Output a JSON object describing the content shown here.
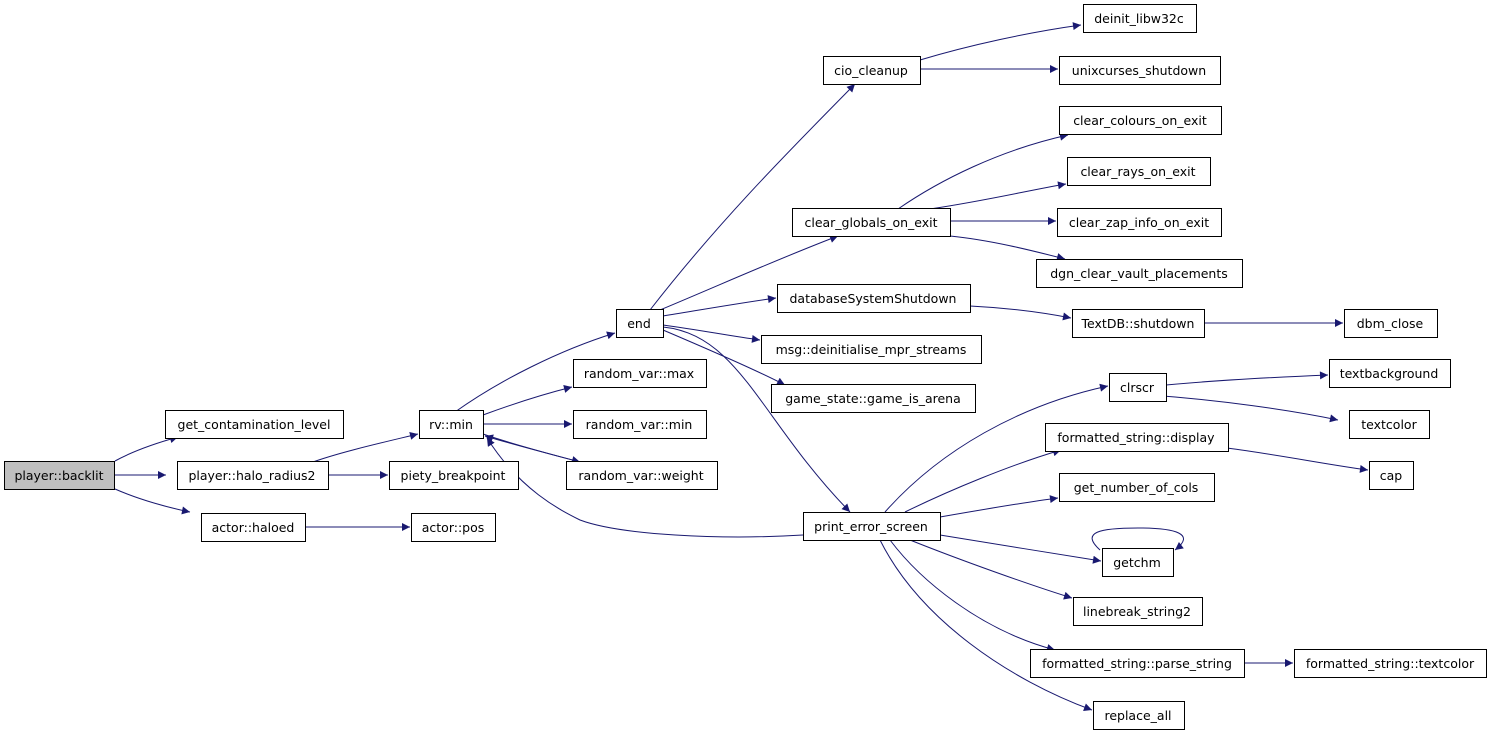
{
  "graph": {
    "colors": {
      "edge": "#191970",
      "node_border": "#000000",
      "root_fill": "#bfbfbf",
      "node_fill": "#ffffff"
    },
    "nodes": {
      "backlit": "player::backlit",
      "get_contamination_level": "get_contamination_level",
      "halo_radius2": "player::halo_radius2",
      "haloed": "actor::haloed",
      "rv_min": "rv::min",
      "piety_breakpoint": "piety_breakpoint",
      "actor_pos": "actor::pos",
      "random_var_max": "random_var::max",
      "random_var_min": "random_var::min",
      "random_var_weight": "random_var::weight",
      "end": "end",
      "cio_cleanup": "cio_cleanup",
      "deinit_libw32c": "deinit_libw32c",
      "unixcurses_shutdown": "unixcurses_shutdown",
      "clear_colours_on_exit": "clear_colours_on_exit",
      "clear_globals_on_exit": "clear_globals_on_exit",
      "clear_rays_on_exit": "clear_rays_on_exit",
      "clear_zap_info_on_exit": "clear_zap_info_on_exit",
      "dgn_clear_vault_placements": "dgn_clear_vault_placements",
      "databaseSystemShutdown": "databaseSystemShutdown",
      "textdb_shutdown": "TextDB::shutdown",
      "dbm_close": "dbm_close",
      "msg_deinitialise": "msg::deinitialise_mpr_streams",
      "game_is_arena": "game_state::game_is_arena",
      "clrscr": "clrscr",
      "textbackground": "textbackground",
      "textcolor": "textcolor",
      "fs_display": "formatted_string::display",
      "cap": "cap",
      "get_number_of_cols": "get_number_of_cols",
      "print_error_screen": "print_error_screen",
      "getchm": "getchm",
      "linebreak_string2": "linebreak_string2",
      "fs_parse_string": "formatted_string::parse_string",
      "fs_textcolor": "formatted_string::textcolor",
      "replace_all": "replace_all"
    }
  }
}
